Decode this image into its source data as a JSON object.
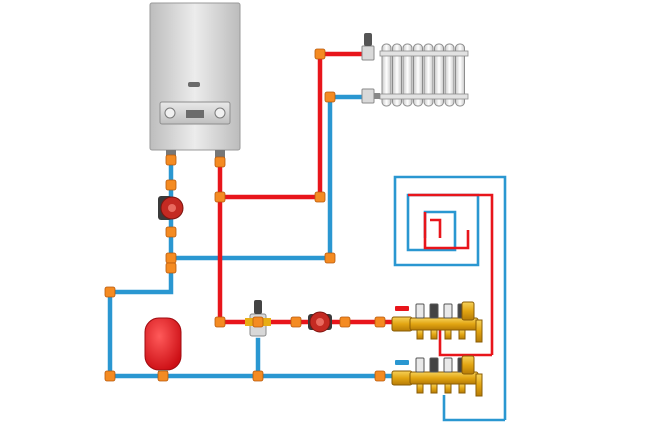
{
  "scene": {
    "type": "heating-system-schematic",
    "components": [
      "wall-mounted-gas-boiler",
      "panel-radiator",
      "underfloor-heating-loop",
      "circulation-pump-boiler-circuit",
      "circulation-pump-floor-circuit",
      "expansion-vessel",
      "three-way-mixing-valve",
      "supply-manifold",
      "return-manifold",
      "radiator-valve-top",
      "radiator-valve-bottom"
    ],
    "radiator_sections": 8,
    "manifold_outlets": 4
  },
  "colors": {
    "supply_pipe": "#e8151b",
    "return_pipe": "#2a97d1",
    "boiler_body": "#d8d8d8",
    "expansion_tank": "#ee1c24",
    "brass": "#e8ad14",
    "pump_body": "#c42a22",
    "pipe_fitting": "#f48b22",
    "background": "#ffffff"
  }
}
